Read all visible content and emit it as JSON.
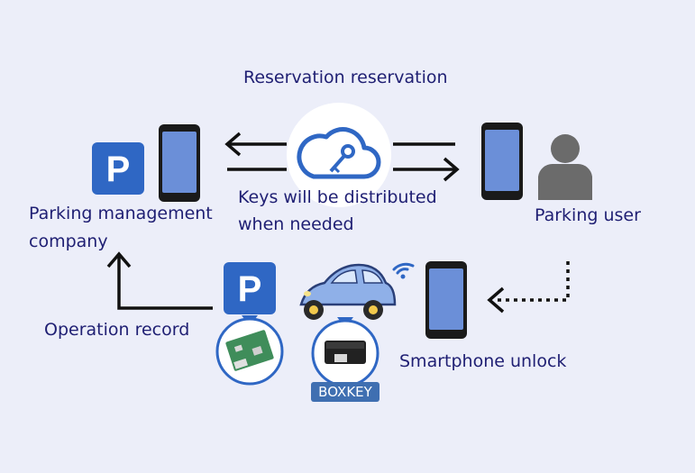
{
  "title": "Reservation reservation",
  "center_caption": [
    "Keys will be distributed",
    "when needed"
  ],
  "left_label": [
    "Parking management",
    "company"
  ],
  "right_label": "Parking user",
  "bottom_left_label": "Operation record",
  "bottom_right_label": "Smartphone unlock",
  "parking_sign_letter": "P",
  "device_tag": "BOXKEY",
  "colors": {
    "text": "#1f1f73",
    "brand_blue": "#2f67c4",
    "phone_screen": "#6b8fd8",
    "background": "#eceef9"
  },
  "icons": [
    "parking-sign-icon",
    "smartphone-icon",
    "cloud-key-icon",
    "user-icon",
    "car-icon",
    "wifi-icon",
    "circuit-board-icon",
    "key-box-device-icon"
  ]
}
